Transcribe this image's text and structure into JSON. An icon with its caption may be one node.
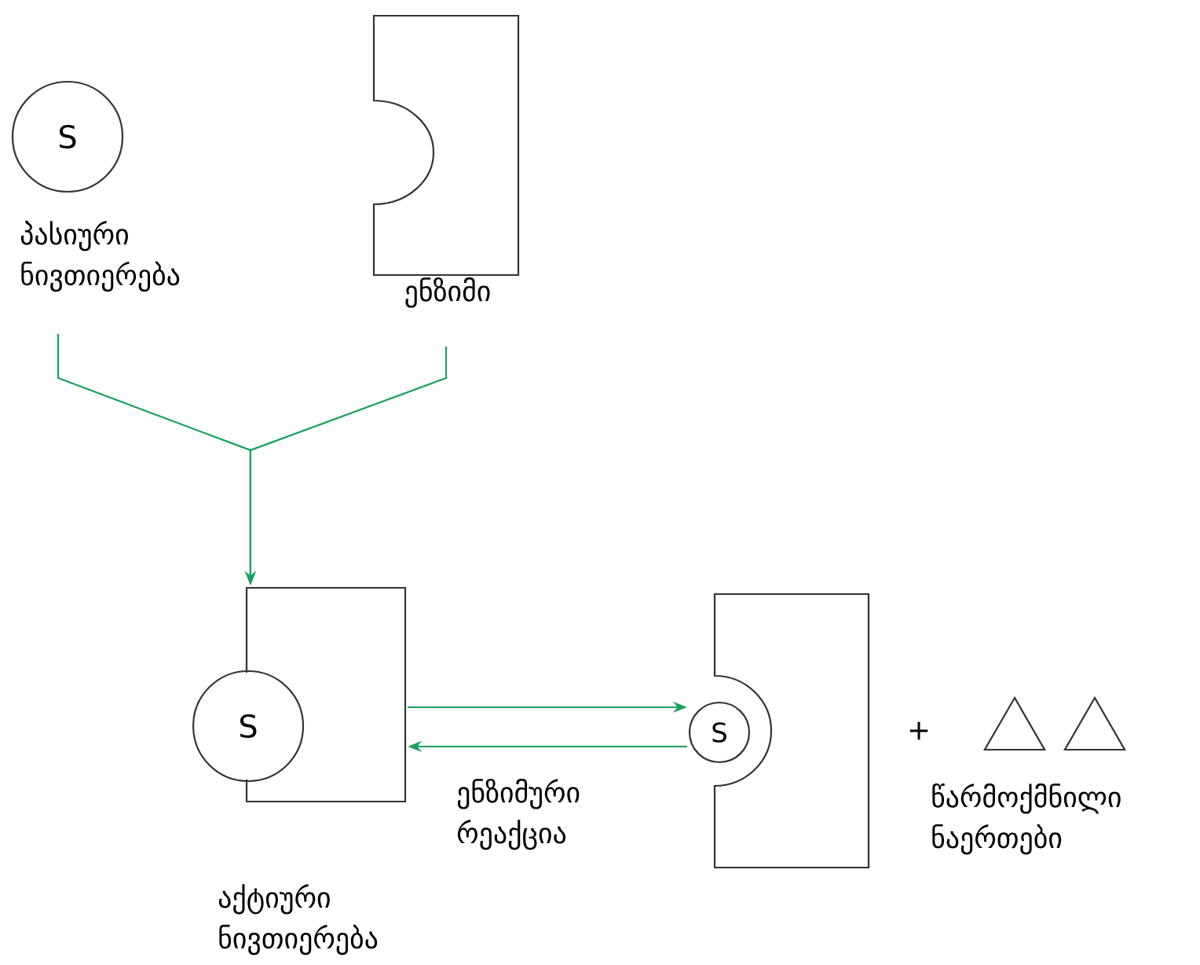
{
  "diagram": {
    "nodes": [
      {
        "text": [
          "S"
        ],
        "beside": [
          "პასიური ნივთიერება"
        ]
      },
      {
        "text": [],
        "shape": "box",
        "beside": [
          "ენზიმი"
        ]
      },
      {
        "text": [],
        "shape": "box",
        "beside": [
          "აქტიური ნივთიერება"
        ]
      },
      {
        "text": [
          "S"
        ]
      },
      {
        "text": [],
        "shape": "box"
      },
      {
        "text": [
          "S"
        ]
      },
      {
        "text": [],
        "shape": "triangle"
      },
      {
        "text": [],
        "shape": "triangle"
      }
    ],
    "edges": [
      {
        "from": 0,
        "to": 2,
        "arrow": "to",
        "color": "#1aa060"
      },
      {
        "from": 1,
        "to": 2,
        "arrow": "to",
        "color": "#1aa060"
      },
      {
        "from": 2,
        "to": 5,
        "arrow": "to",
        "color": "#1aa060"
      },
      {
        "from": 5,
        "to": 2,
        "arrow": "to",
        "color": "#1aa060"
      }
    ],
    "labels": [
      "ენზიმური რეაქცია",
      "+",
      "წარმოქმნილი ნაერთები"
    ]
  }
}
